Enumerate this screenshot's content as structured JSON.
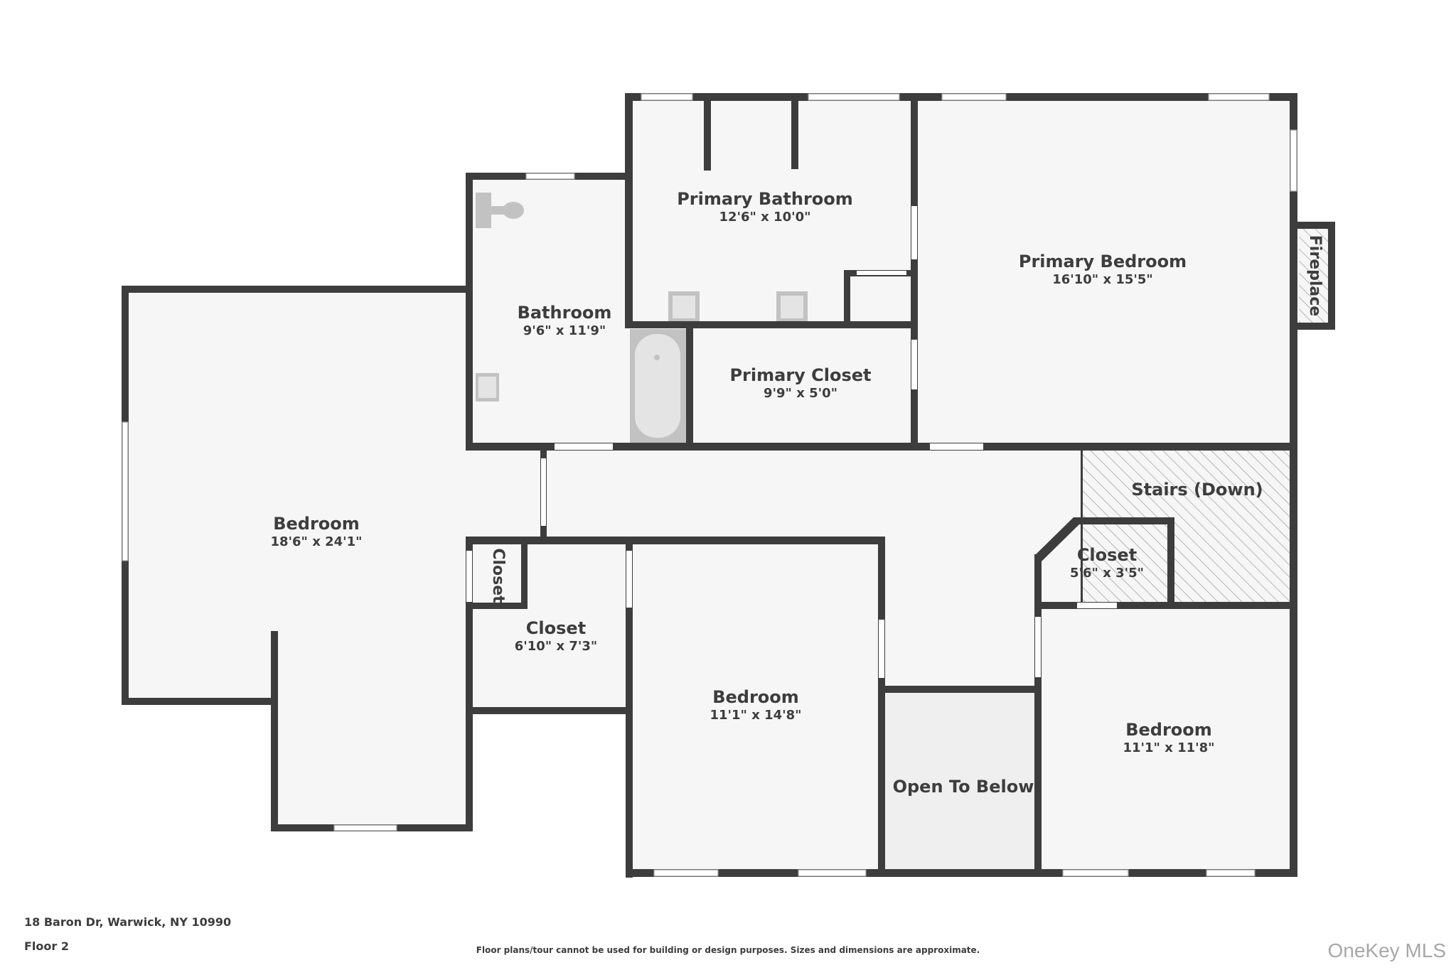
{
  "plan": {
    "address": "18 Baron Dr, Warwick, NY 10990",
    "floor": "Floor 2",
    "disclaimer": "Floor plans/tour cannot be used for building or design purposes. Sizes and dimensions are approximate.",
    "brand": "OneKey MLS"
  },
  "rooms": {
    "primary_bathroom": {
      "name": "Primary Bathroom",
      "dim": "12'6\" x 10'0\""
    },
    "primary_bedroom": {
      "name": "Primary Bedroom",
      "dim": "16'10\" x 15'5\""
    },
    "fireplace": {
      "name": "Fireplace"
    },
    "bathroom": {
      "name": "Bathroom",
      "dim": "9'6\" x 11'9\""
    },
    "primary_closet": {
      "name": "Primary Closet",
      "dim": "9'9\" x 5'0\""
    },
    "bedroom_left": {
      "name": "Bedroom",
      "dim": "18'6\" x 24'1\""
    },
    "stairs": {
      "name": "Stairs (Down)"
    },
    "closet_small_vertical": {
      "name": "Closet"
    },
    "closet_mid": {
      "name": "Closet",
      "dim": "6'10\" x 7'3\""
    },
    "closet_right": {
      "name": "Closet",
      "dim": "5'6\" x 3'5\""
    },
    "bedroom_middle": {
      "name": "Bedroom",
      "dim": "11'1\" x 14'8\""
    },
    "open_to_below": {
      "name": "Open To Below"
    },
    "bedroom_right": {
      "name": "Bedroom",
      "dim": "11'1\" x 11'8\""
    }
  },
  "colors": {
    "wall": "#3d3d3d",
    "floor": "#f6f6f6",
    "fixture": "#c2c2c2",
    "brand": "#a8a8a8"
  }
}
